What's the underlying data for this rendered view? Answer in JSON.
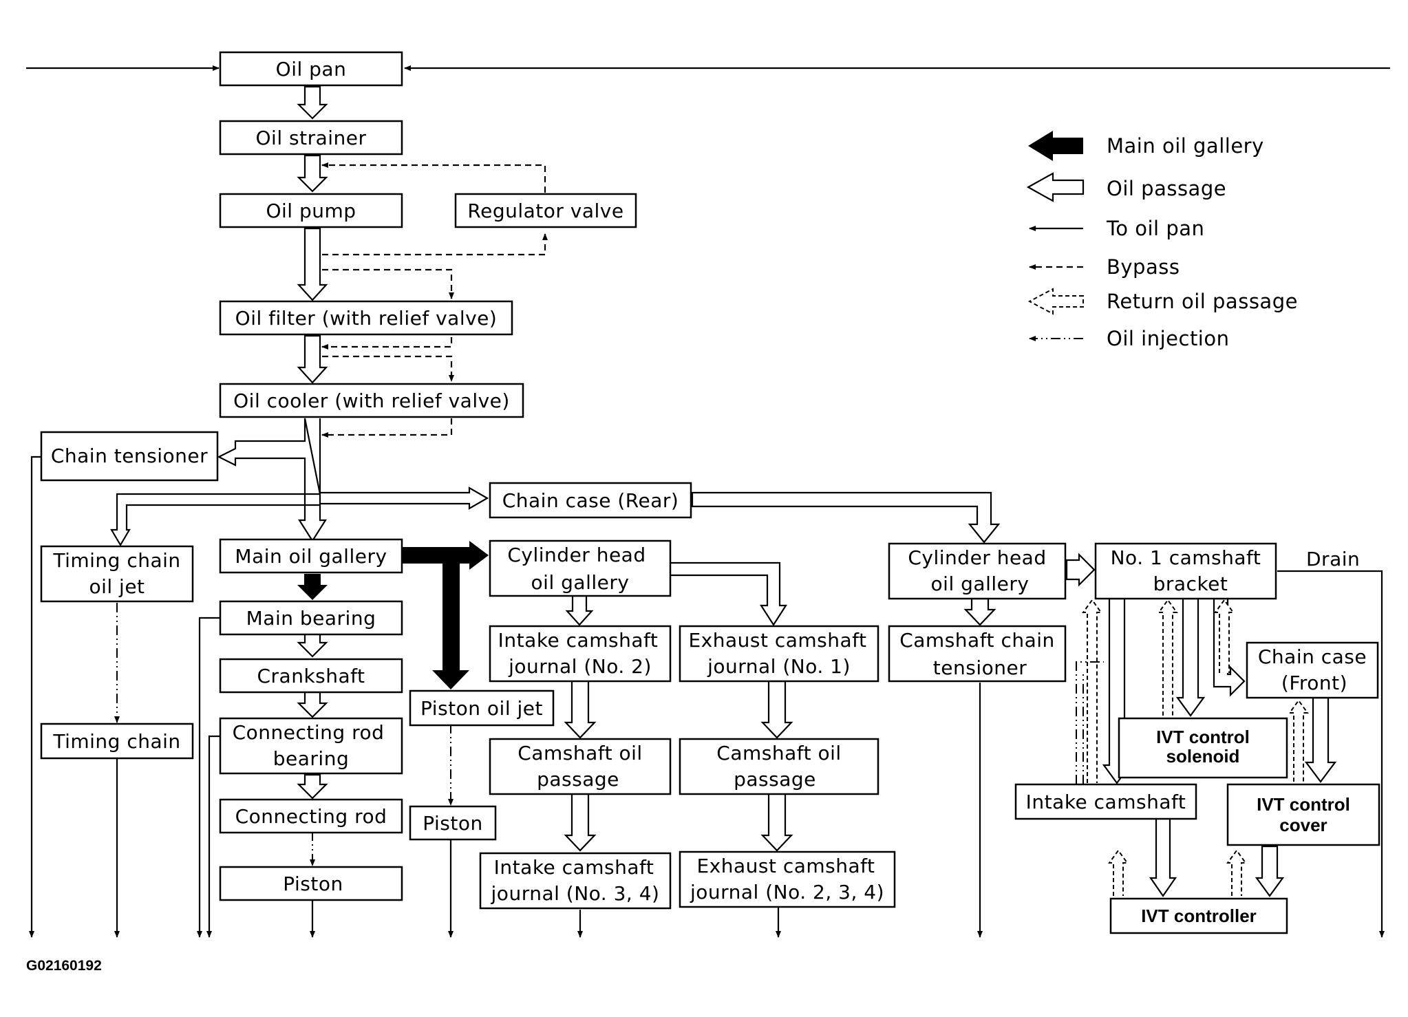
{
  "boxes": {
    "oil_pan": "Oil pan",
    "oil_strainer": "Oil strainer",
    "oil_pump": "Oil pump",
    "regulator_valve": "Regulator valve",
    "oil_filter": "Oil filter (with relief valve)",
    "oil_cooler": "Oil cooler (with relief valve)",
    "chain_tensioner": "Chain tensioner",
    "chain_case_rear": "Chain case (Rear)",
    "timing_chain_oil_jet": [
      "Timing chain",
      "oil jet"
    ],
    "main_oil_gallery": "Main oil gallery",
    "cyl_head_gallery_l": [
      "Cylinder head",
      "oil gallery"
    ],
    "cyl_head_gallery_r": [
      "Cylinder head",
      "oil gallery"
    ],
    "no1_camshaft_bracket": [
      "No. 1 camshaft",
      "bracket"
    ],
    "main_bearing": "Main bearing",
    "intake_cam_journal_2": [
      "Intake camshaft",
      "journal (No. 2)"
    ],
    "exhaust_cam_journal_1": [
      "Exhaust camshaft",
      "journal (No. 1)"
    ],
    "camshaft_chain_tensioner": [
      "Camshaft chain",
      "tensioner"
    ],
    "chain_case_front": [
      "Chain case",
      "(Front)"
    ],
    "crankshaft": "Crankshaft",
    "piston_oil_jet": "Piston oil jet",
    "ivt_control_solenoid": [
      "IVT control",
      "solenoid"
    ],
    "timing_chain": "Timing chain",
    "conn_rod_bearing": [
      "Connecting rod",
      "bearing"
    ],
    "camshaft_oil_passage_l": [
      "Camshaft oil",
      "passage"
    ],
    "camshaft_oil_passage_r": [
      "Camshaft oil",
      "passage"
    ],
    "intake_camshaft": "Intake camshaft",
    "ivt_control_cover": [
      "IVT control",
      "cover"
    ],
    "connecting_rod": "Connecting rod",
    "piston_a": "Piston",
    "intake_cam_journal_34": [
      "Intake camshaft",
      "journal (No. 3, 4)"
    ],
    "exhaust_cam_journal_234": [
      "Exhaust camshaft",
      "journal (No. 2, 3, 4)"
    ],
    "piston_b": "Piston",
    "ivt_controller": "IVT controller"
  },
  "labels": {
    "drain": "Drain",
    "figure_code": "G02160192"
  },
  "legend": [
    {
      "text": "Main oil gallery",
      "style": "thick-arrow"
    },
    {
      "text": "Oil passage",
      "style": "hollow-arrow"
    },
    {
      "text": "To oil pan",
      "style": "solid-line"
    },
    {
      "text": "Bypass",
      "style": "dashed-line"
    },
    {
      "text": "Return oil passage",
      "style": "hollow-dashed-arrow"
    },
    {
      "text": "Oil injection",
      "style": "dash-dot-line"
    }
  ]
}
